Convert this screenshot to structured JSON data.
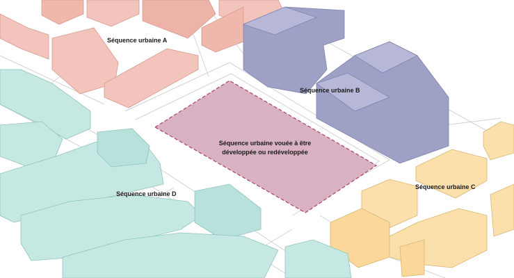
{
  "labels": {
    "sequence_a": "Séquence urbaine A",
    "sequence_b": "Séquence urbaine B",
    "sequence_c": "Séquence urbaine C",
    "sequence_d": "Séquence urbaine D",
    "development_line1": "Séquence urbaine vouée à être",
    "development_line2": "développée ou redéveloppée"
  },
  "colors": {
    "sequence_a": "#f3c4bb",
    "sequence_b": "#9ea0c6",
    "sequence_c": "#fce0ac",
    "sequence_d": "#c5e8e3",
    "development_parcel": "#d8b2c2",
    "development_border": "#b04a6e",
    "streets": "#cfcfcf"
  }
}
